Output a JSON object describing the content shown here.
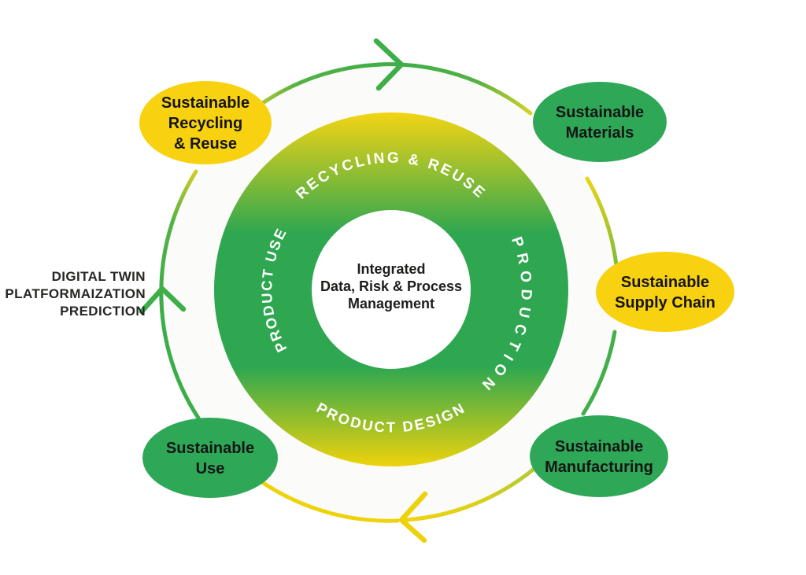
{
  "diagram": {
    "center": {
      "lines": [
        "Integrated",
        "Data, Risk & Process",
        "Management"
      ]
    },
    "ring_labels": {
      "top": "RECYCLING & REUSE",
      "right": "PRODUCTION",
      "bottom": "PRODUCT DESIGN",
      "left": "PRODUCT USE"
    },
    "bubbles": [
      {
        "name": "sustainable-recycling-reuse",
        "lines": [
          "Sustainable",
          "Recycling",
          "& Reuse"
        ],
        "fill": "yellow"
      },
      {
        "name": "sustainable-materials",
        "lines": [
          "Sustainable",
          "Materials"
        ],
        "fill": "green"
      },
      {
        "name": "sustainable-supply-chain",
        "lines": [
          "Sustainable",
          "Supply Chain"
        ],
        "fill": "yellow"
      },
      {
        "name": "sustainable-manufacturing",
        "lines": [
          "Sustainable",
          "Manufacturing"
        ],
        "fill": "green"
      },
      {
        "name": "sustainable-use",
        "lines": [
          "Sustainable",
          "Use"
        ],
        "fill": "green"
      }
    ],
    "side_note": {
      "lines": [
        "DIGITAL TWIN",
        "PLATFORMAIZATION",
        "PREDICTION"
      ]
    },
    "icons": [
      "clockwise-arrow-top",
      "clockwise-arrow-left",
      "clockwise-arrow-bottom"
    ],
    "colors": {
      "bubble_yellow": "#F8D211",
      "bubble_green": "#2EA857",
      "ring_yellow": "#F3D414",
      "ring_green": "#2FA750",
      "arc_green": "#3FAE49",
      "arc_yellow": "#EED30C",
      "ring_label": "#FFFFFF",
      "text": "#1D1D1B",
      "background": "#FFFFFF"
    }
  }
}
